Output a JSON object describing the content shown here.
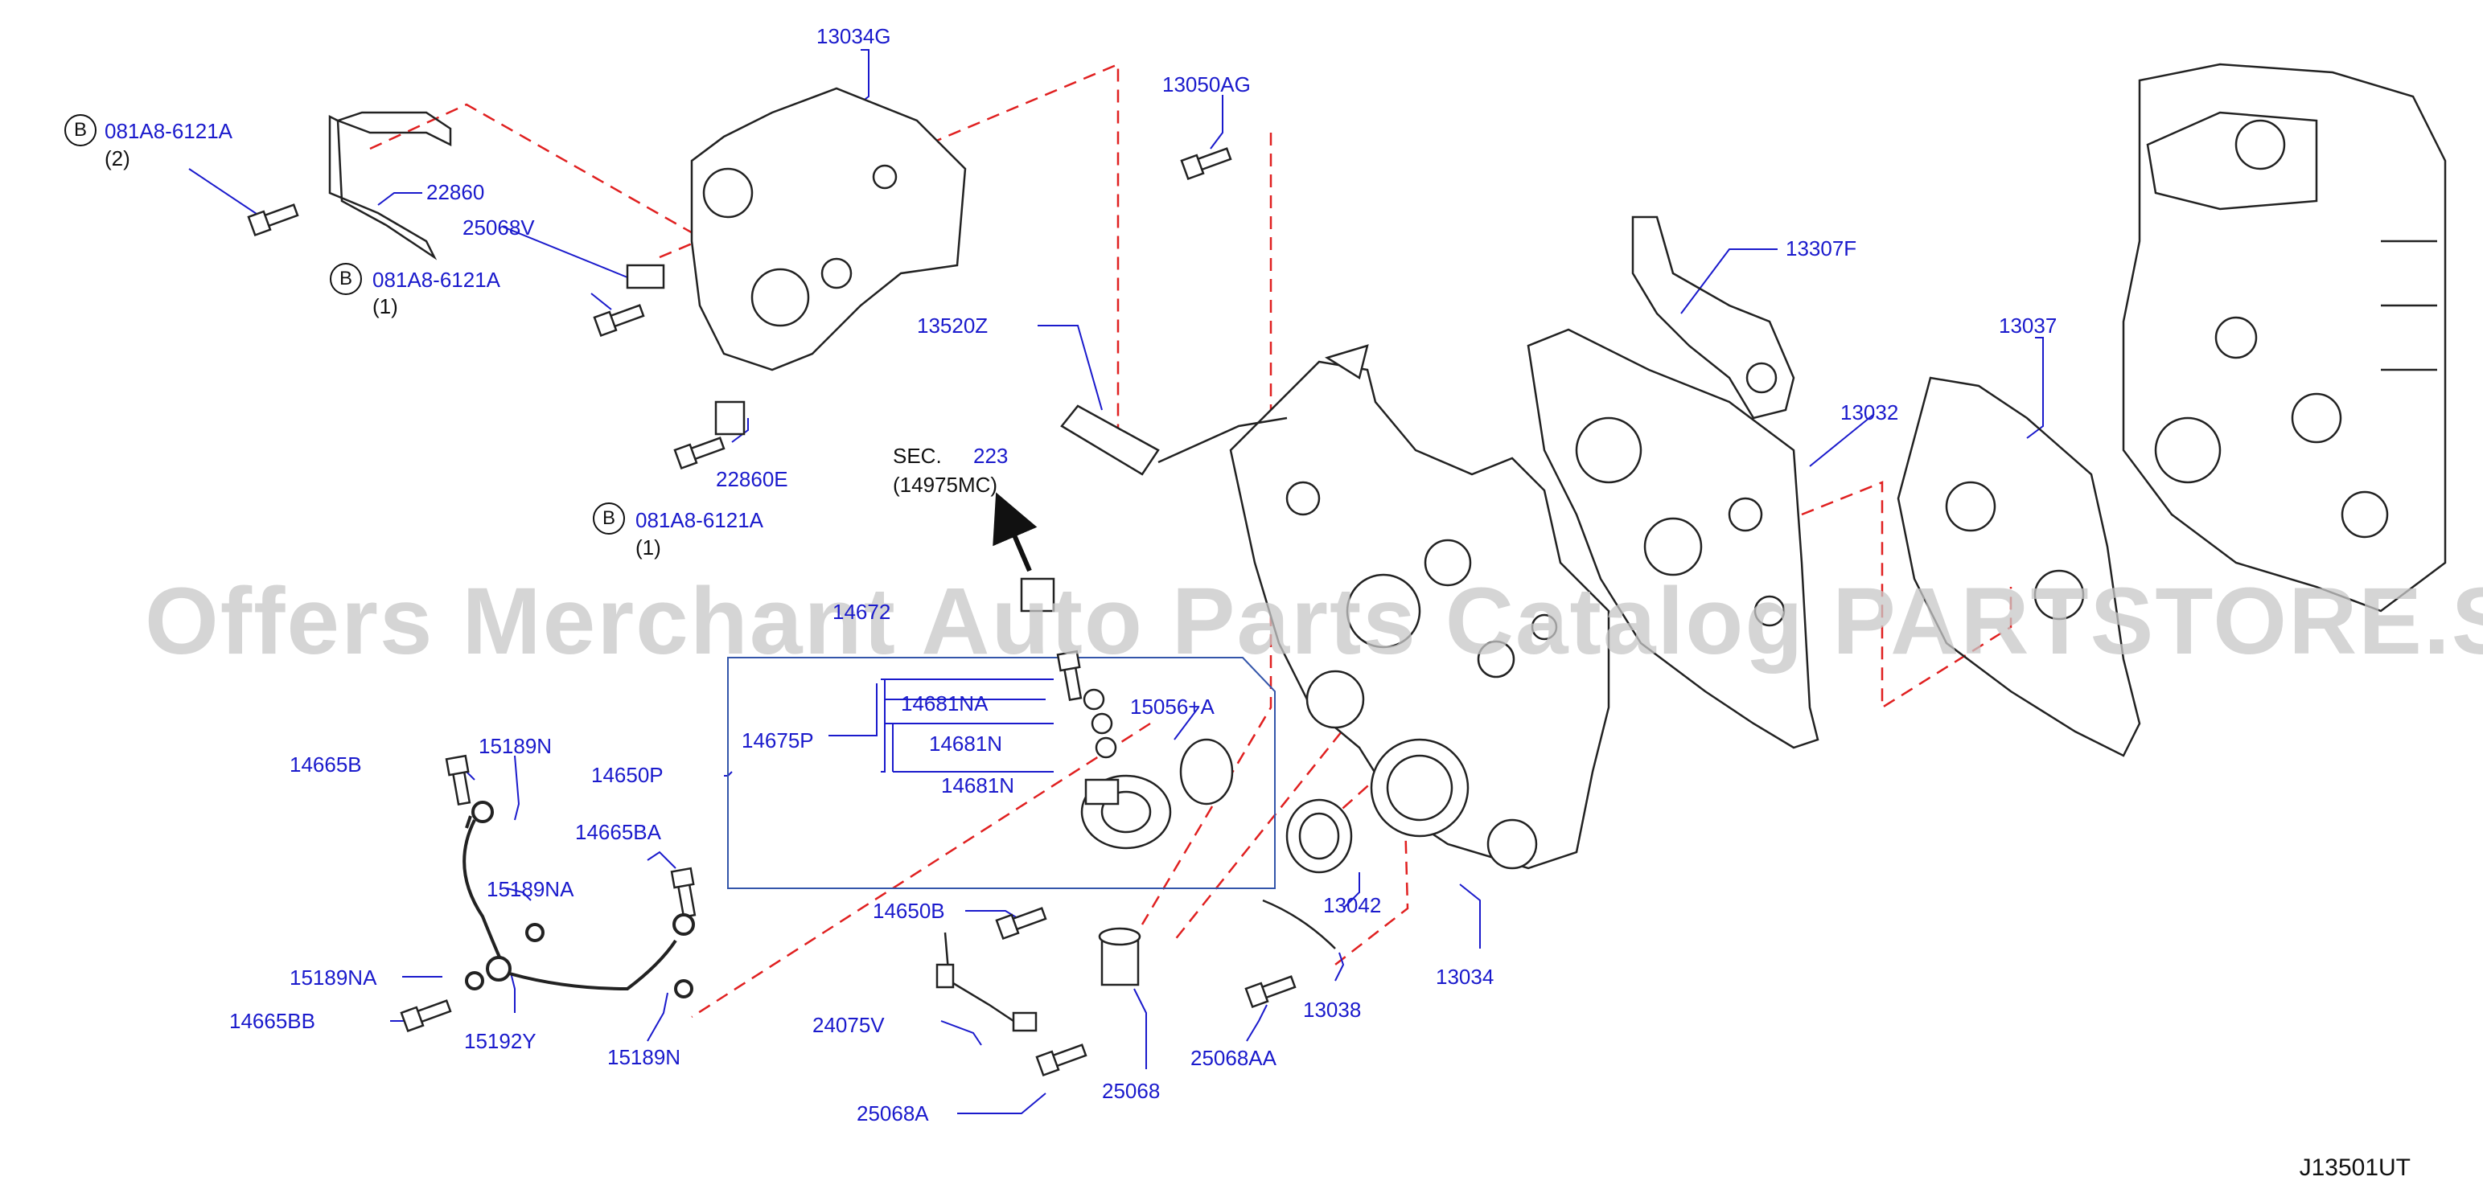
{
  "watermark": "Offers Merchant Auto Parts Catalog PARTSTORE.SA",
  "diagram_code": "J13501UT",
  "section_ref": {
    "prefix": "SEC.",
    "number": "223",
    "part": "(14975MC)"
  },
  "bolt_marker": "B",
  "labels": {
    "p13034G": "13034G",
    "p13050AG": "13050AG",
    "b1_code": "081A8-6121A",
    "b1_qty": "(2)",
    "b2_code": "081A8-6121A",
    "b2_qty": "(1)",
    "b3_code": "081A8-6121A",
    "b3_qty": "(1)",
    "p22860": "22860",
    "p25068V": "25068V",
    "p22860E": "22860E",
    "p13520Z": "13520Z",
    "p14672": "14672",
    "p13307F": "13307F",
    "p13037": "13037",
    "p13032": "13032",
    "p14681NA": "14681NA",
    "p15056A": "15056+A",
    "p14675P": "14675P",
    "p14681N_1": "14681N",
    "p14681N_2": "14681N",
    "p14650P": "14650P",
    "p14665B_1": "14665B",
    "p15189N_1": "15189N",
    "p14665BA": "14665BA",
    "p15189NA_1": "15189NA",
    "p15189NA_2": "15189NA",
    "p14665BB": "14665BB",
    "p15192Y": "15192Y",
    "p15189N_2": "15189N",
    "p14650B": "14650B",
    "p13042": "13042",
    "p13034": "13034",
    "p24075V": "24075V",
    "p25068AA": "25068AA",
    "p13038": "13038",
    "p25068": "25068",
    "p25068A": "25068A"
  },
  "colors": {
    "label": "#1a1acc",
    "line": "#1a1acc",
    "dash": "#e02020",
    "drawing": "#222222",
    "box": "#3355aa"
  }
}
